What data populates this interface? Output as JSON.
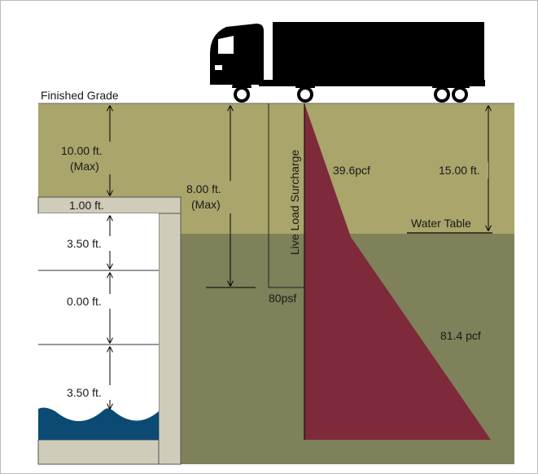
{
  "labels": {
    "finished_grade": "Finished Grade",
    "cover_depth": "10.00 ft.",
    "cover_depth_note": "(Max)",
    "truck_depth": "8.00 ft.",
    "truck_depth_note": "(Max)",
    "water_table_depth": "15.00 ft.",
    "water_table": "Water Table",
    "top_slab": "1.00 ft.",
    "wall_section_1": "3.50 ft.",
    "wall_section_2": "0.00 ft.",
    "wall_section_3": "3.50 ft.",
    "surcharge": "Live Load Surcharge",
    "surcharge_pressure": "80psf",
    "upper_pressure": "39.6pcf",
    "lower_pressure": "81.4 pcf"
  },
  "colors": {
    "upper_soil": "#a9a56b",
    "lower_soil": "#7e8159",
    "pressure": "#7e2a3a",
    "concrete": "#cfcdb9",
    "water": "#0b4a73",
    "truck": "#000000"
  }
}
